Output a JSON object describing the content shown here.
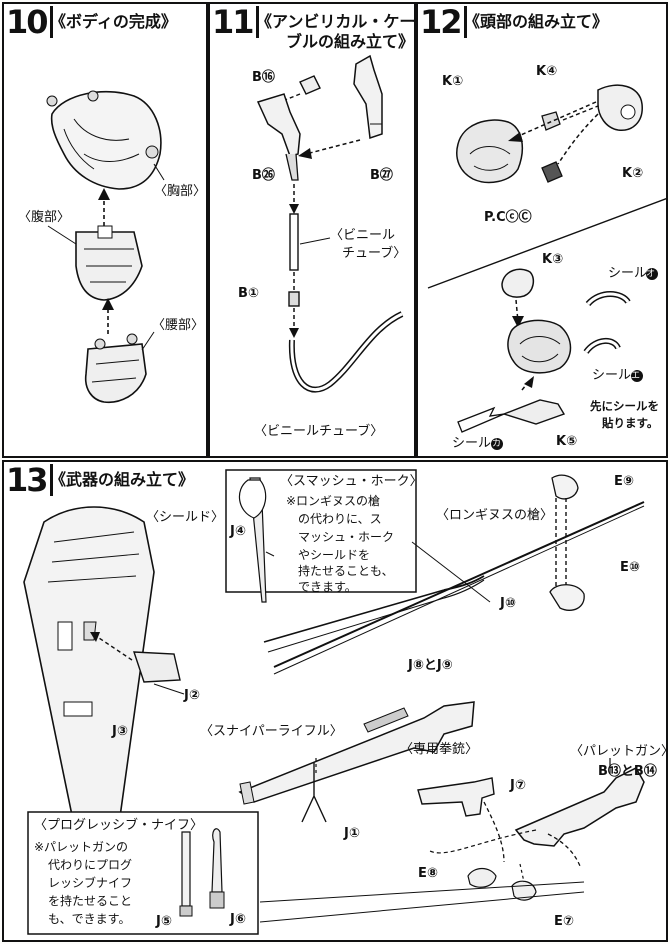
{
  "steps": {
    "s10": {
      "num": "10",
      "title": "《ボディの完成》",
      "labels": {
        "chest": "〈胸部〉",
        "abdomen": "〈腹部〉",
        "waist": "〈腰部〉"
      }
    },
    "s11": {
      "num": "11",
      "title_l1": "《アンビリカル・ケー",
      "title_l2": "ブルの組み立て》",
      "labels": {
        "b16": "B⑯",
        "b26": "B㉖",
        "b27": "B㉗",
        "b1": "B①",
        "tube_l1": "〈ビニール",
        "tube_l2": "チューブ〉",
        "tube_bottom": "〈ビニールチューブ〉"
      }
    },
    "s12": {
      "num": "12",
      "title": "《頭部の組み立て》",
      "labels": {
        "k1": "K①",
        "k4": "K④",
        "k2": "K②",
        "pcc": "P.CⓒⒸ",
        "k3": "K③",
        "seal_o": "シール",
        "seal_o_mark": "オ",
        "seal_e": "シール",
        "seal_e_mark": "エ",
        "seal_ka": "シール",
        "seal_ka_mark": "カ",
        "k5": "K⑤",
        "note_l1": "先にシールを",
        "note_l2": "貼ります。"
      }
    },
    "s13": {
      "num": "13",
      "title": "《武器の組み立て》",
      "labels": {
        "shield": "〈シールド〉",
        "j2": "J②",
        "j3": "J③",
        "hawk": "〈スマッシュ・ホーク〉",
        "j4": "J④",
        "hawk_note_1": "※ロンギヌスの槍",
        "hawk_note_2": "の代わりに、ス",
        "hawk_note_3": "マッシュ・ホーク",
        "hawk_note_4": "やシールドを",
        "hawk_note_5": "持たせることも、",
        "hawk_note_6": "できます。",
        "lance": "〈ロンギヌスの槍〉",
        "e9": "E⑨",
        "e10": "E⑩",
        "j10": "J⑩",
        "j8j9": "J⑧とJ⑨",
        "sniper": "〈スナイパーライフル〉",
        "j1": "J①",
        "pistol": "〈専用拳銃〉",
        "j7": "J⑦",
        "pallet": "〈パレットガン〉",
        "b13b14": "B⑬とB⑭",
        "e8": "E⑧",
        "e7": "E⑦",
        "knife": "〈プログレッシブ・ナイフ〉",
        "knife_note_1": "※パレットガンの",
        "knife_note_2": "代わりにプログ",
        "knife_note_3": "レッシブナイフ",
        "knife_note_4": "を持たせること",
        "knife_note_5": "も、できます。",
        "j5": "J⑤",
        "j6": "J⑥"
      }
    }
  }
}
